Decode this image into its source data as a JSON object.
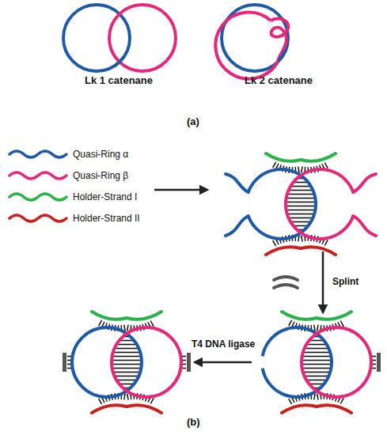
{
  "diagram": {
    "labels": [
      "Lk 1 catenane",
      "Lk 2 catenane",
      "(a)",
      "Splint",
      "T4 DNA ligase",
      "(b)"
    ],
    "legend": [
      {
        "text": "Quasi-Ring α"
      },
      {
        "text": "Quasi-Ring β"
      },
      {
        "text": "Holder-Strand I"
      },
      {
        "text": "Holder-Strand II"
      }
    ]
  }
}
